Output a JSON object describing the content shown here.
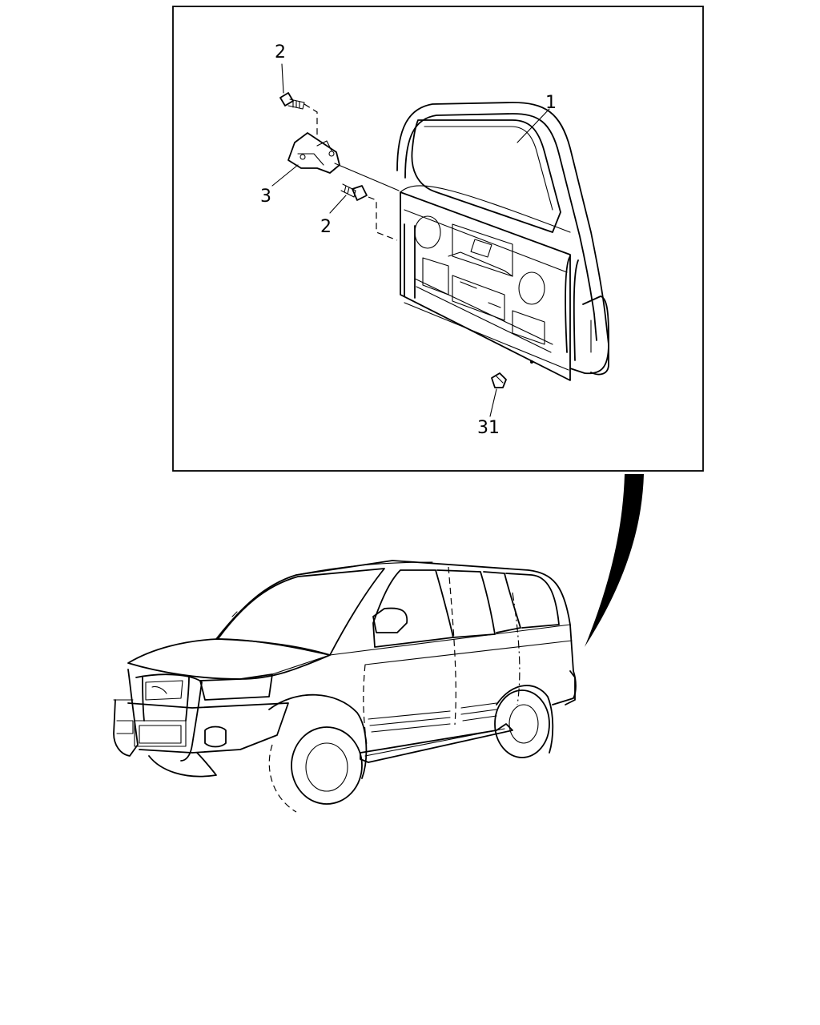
{
  "callouts": {
    "bolt_upper": "2",
    "bolt_lower": "2",
    "bracket": "3",
    "grille_assembly": "1",
    "clip": "31"
  }
}
